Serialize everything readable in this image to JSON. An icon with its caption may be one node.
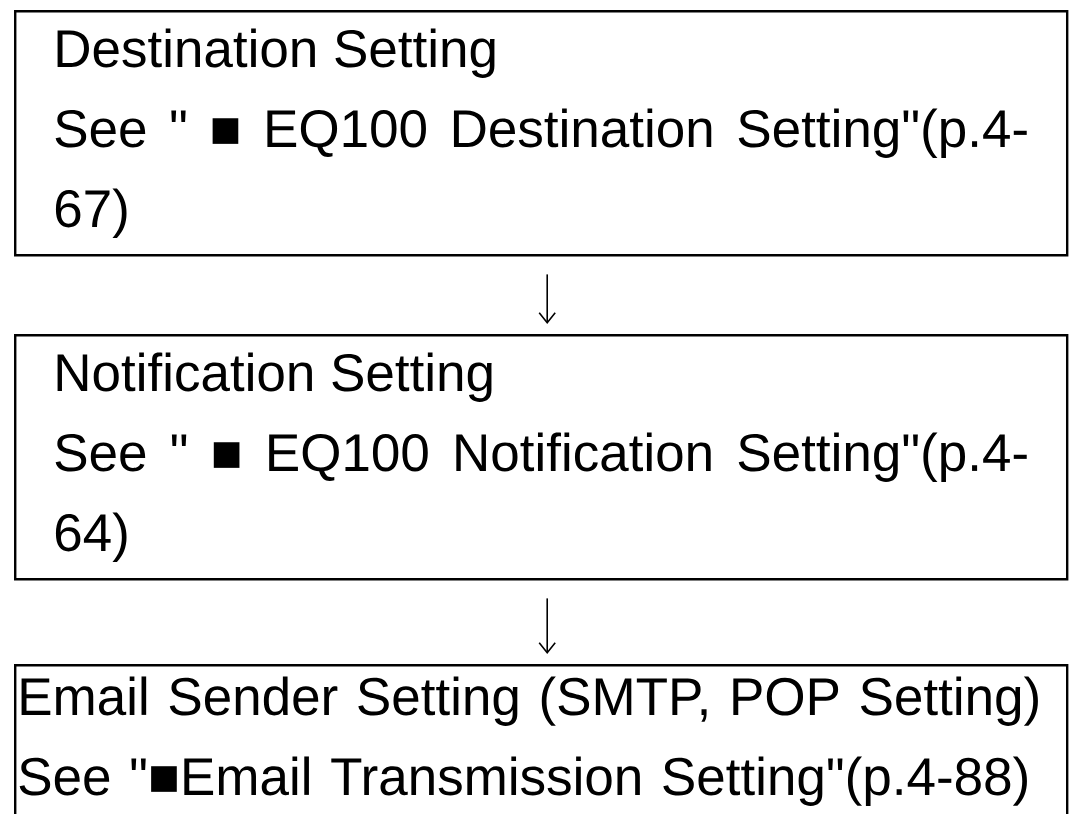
{
  "diagram": {
    "nodes": [
      {
        "text": [
          "Destination Setting",
          "See \" ■ EQ100 Destination Setting\"(p.4-67)"
        ]
      },
      {
        "text": [
          "Notification Setting",
          "See \" ■ EQ100 Notification Setting\"(p.4-64)"
        ]
      },
      {
        "text": [
          "Email Sender Setting (SMTP, POP Setting)",
          "See \"■Email Transmission Setting\"(p.4-88)"
        ]
      }
    ],
    "edges": [
      {
        "from": 0,
        "to": 1,
        "arrow": "to"
      },
      {
        "from": 1,
        "to": 2,
        "arrow": "to"
      }
    ]
  }
}
